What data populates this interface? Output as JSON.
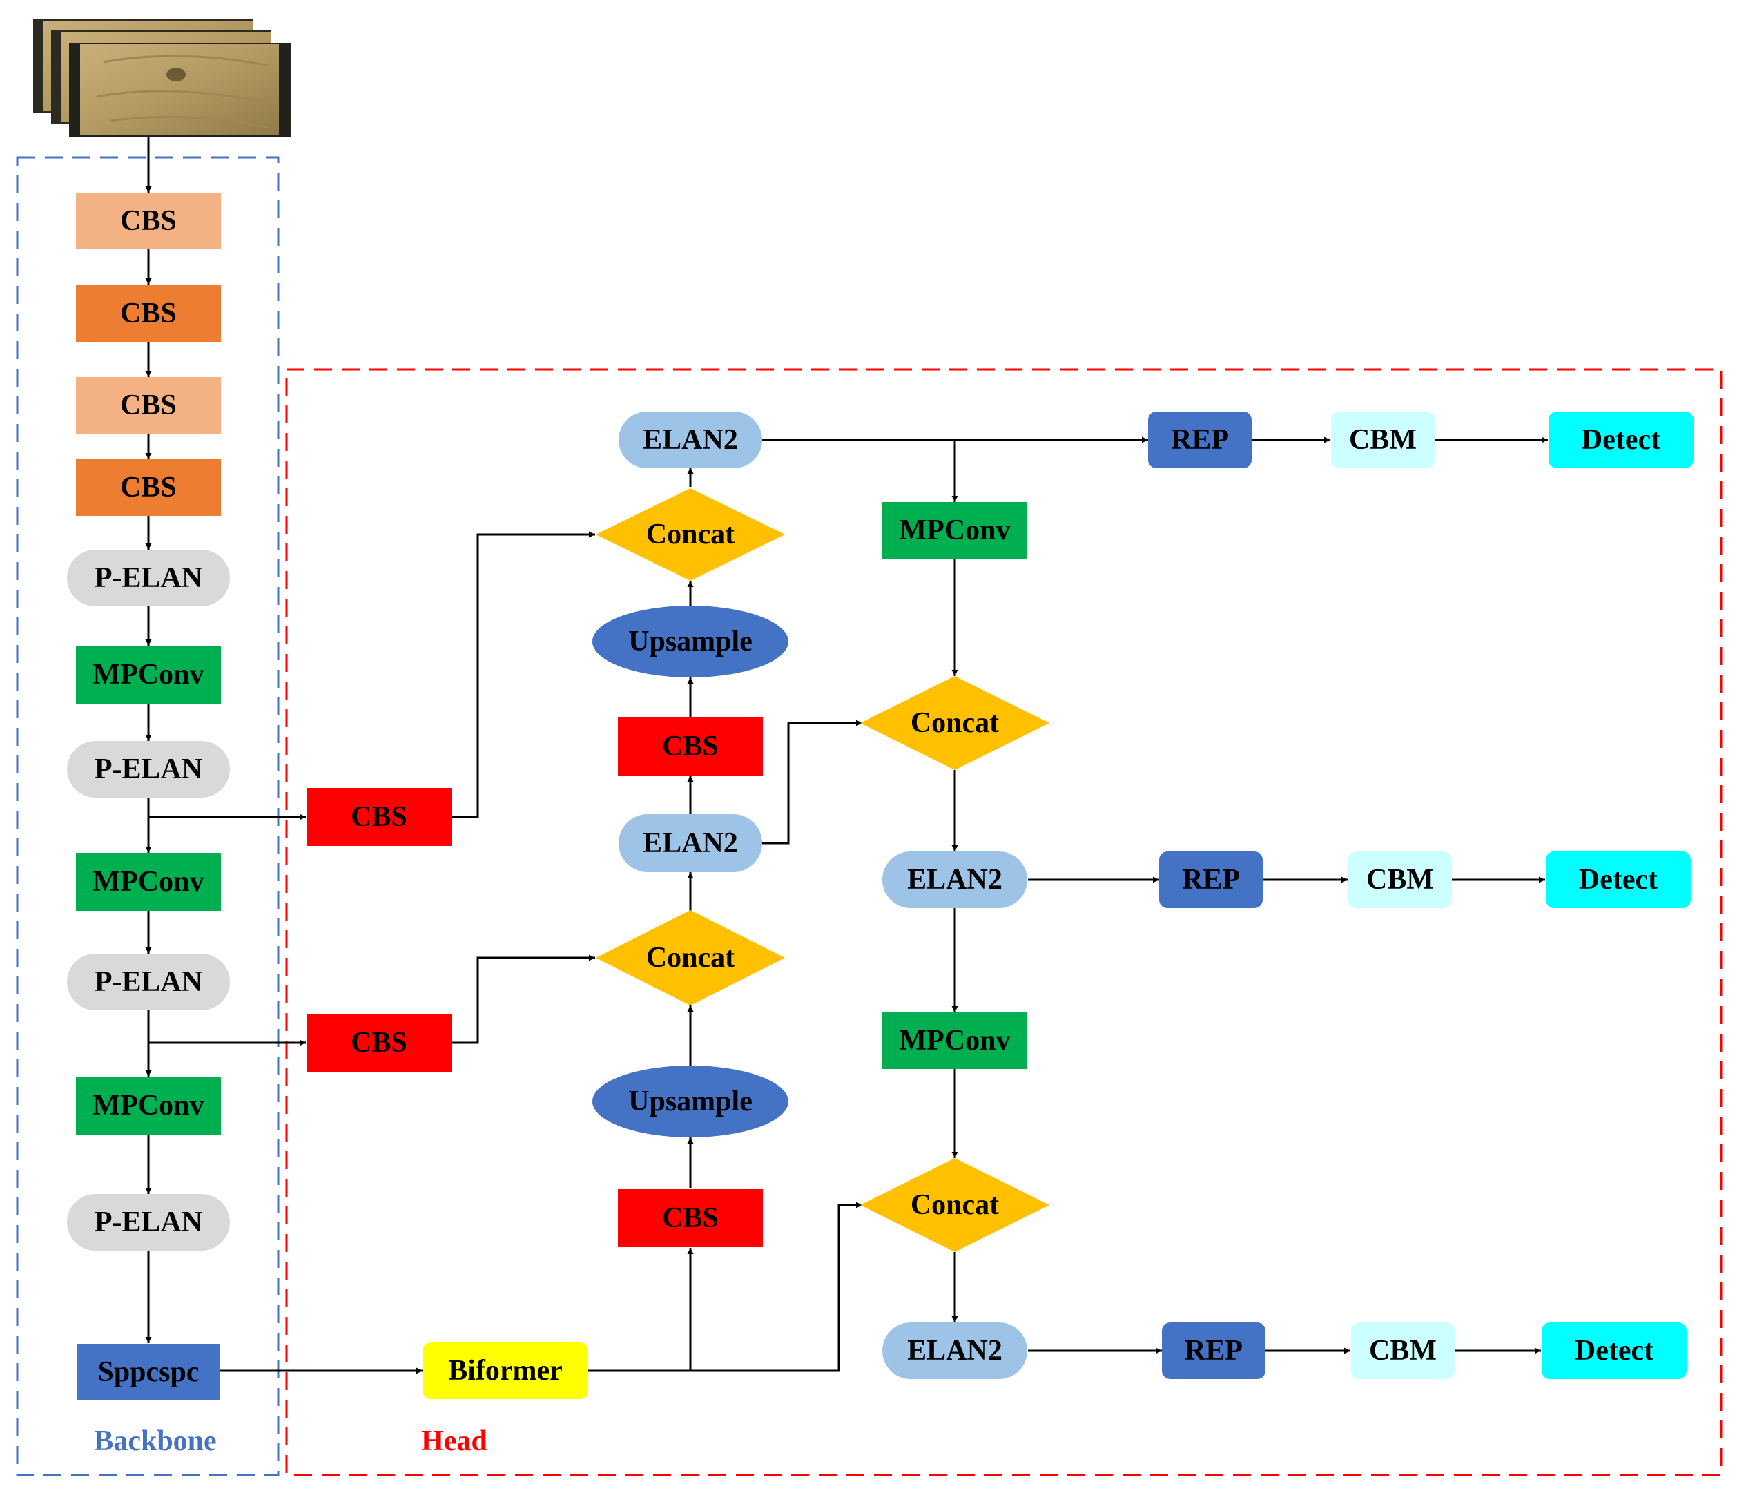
{
  "regions": {
    "backbone": {
      "label": "Backbone",
      "color": "#4472c4"
    },
    "head": {
      "label": "Head",
      "color": "#ff0000"
    }
  },
  "colors": {
    "cbs_light": "#f4b183",
    "cbs_dark": "#ed7d31",
    "cbs_red": "#ff0000",
    "pelan": "#d9d9d9",
    "mpconv": "#00b050",
    "sppcspc": "#4472c4",
    "biformer": "#ffff00",
    "elan2": "#9dc3e6",
    "upsample": "#4472c4",
    "concat": "#ffc000",
    "rep": "#4472c4",
    "cbm": "#ccffff",
    "detect": "#00ffff"
  },
  "nodes": {
    "b_cbs1": "CBS",
    "b_cbs2": "CBS",
    "b_cbs3": "CBS",
    "b_cbs4": "CBS",
    "b_pelan1": "P-ELAN",
    "b_mpconv1": "MPConv",
    "b_pelan2": "P-ELAN",
    "b_mpconv2": "MPConv",
    "b_pelan3": "P-ELAN",
    "b_mpconv3": "MPConv",
    "b_pelan4": "P-ELAN",
    "b_sppcspc": "Sppcspc",
    "h_cbs_a": "CBS",
    "h_cbs_b": "CBS",
    "h_biformer": "Biformer",
    "h_cbs_c": "CBS",
    "h_upsample1": "Upsample",
    "h_concat1": "Concat",
    "h_elan2_a": "ELAN2",
    "h_cbs_d": "CBS",
    "h_upsample2": "Upsample",
    "h_concat2": "Concat",
    "h_elan2_b": "ELAN2",
    "h_mpconv_a": "MPConv",
    "h_concat3": "Concat",
    "h_elan2_c": "ELAN2",
    "h_mpconv_b": "MPConv",
    "h_concat4": "Concat",
    "h_elan2_d": "ELAN2",
    "rep1": "REP",
    "cbm1": "CBM",
    "detect1": "Detect",
    "rep2": "REP",
    "cbm2": "CBM",
    "detect2": "Detect",
    "rep3": "REP",
    "cbm3": "CBM",
    "detect3": "Detect"
  }
}
